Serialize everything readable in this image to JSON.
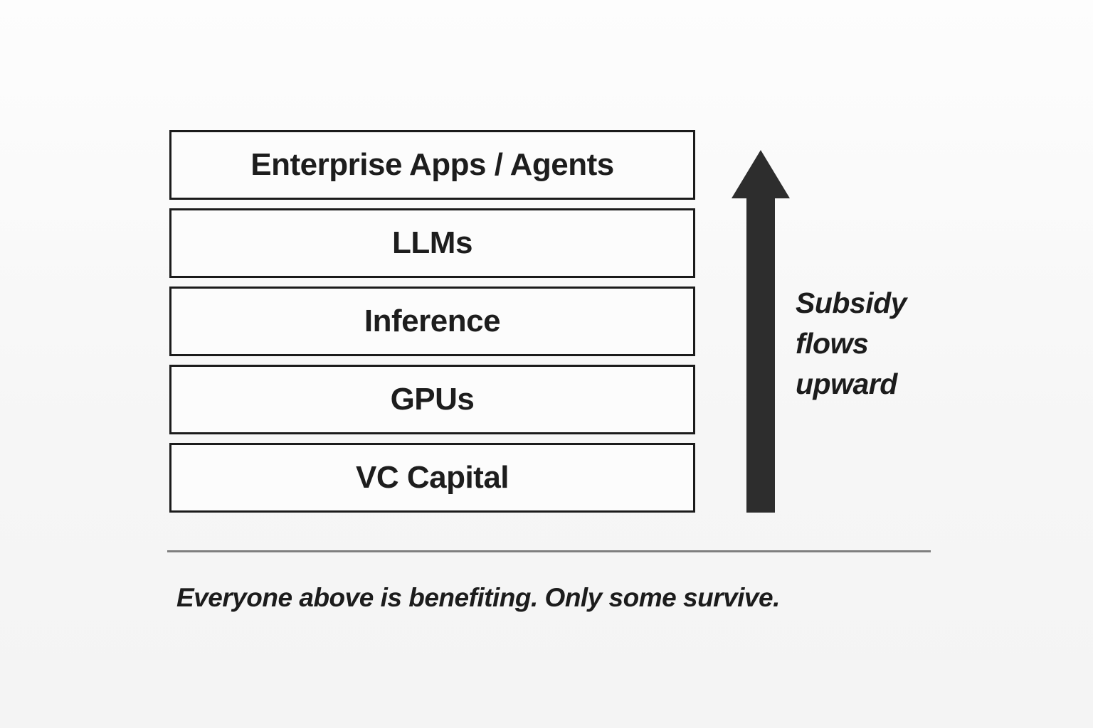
{
  "page": {
    "background_color": "#f6f6f6"
  },
  "stack": {
    "layers": [
      {
        "label": "Enterprise Apps / Agents"
      },
      {
        "label": "LLMs"
      },
      {
        "label": "Inference"
      },
      {
        "label": "GPUs"
      },
      {
        "label": "VC Capital"
      }
    ],
    "border_color": "#1b1b1b",
    "fill_color": "#fcfcfc",
    "text_color": "#1d1d1d"
  },
  "arrow": {
    "direction": "up",
    "color": "#2d2d2d",
    "label": "Subsidy flows upward"
  },
  "divider": {
    "color": "#7f7f7f"
  },
  "caption": {
    "text": "Everyone above is benefiting. Only some survive."
  }
}
